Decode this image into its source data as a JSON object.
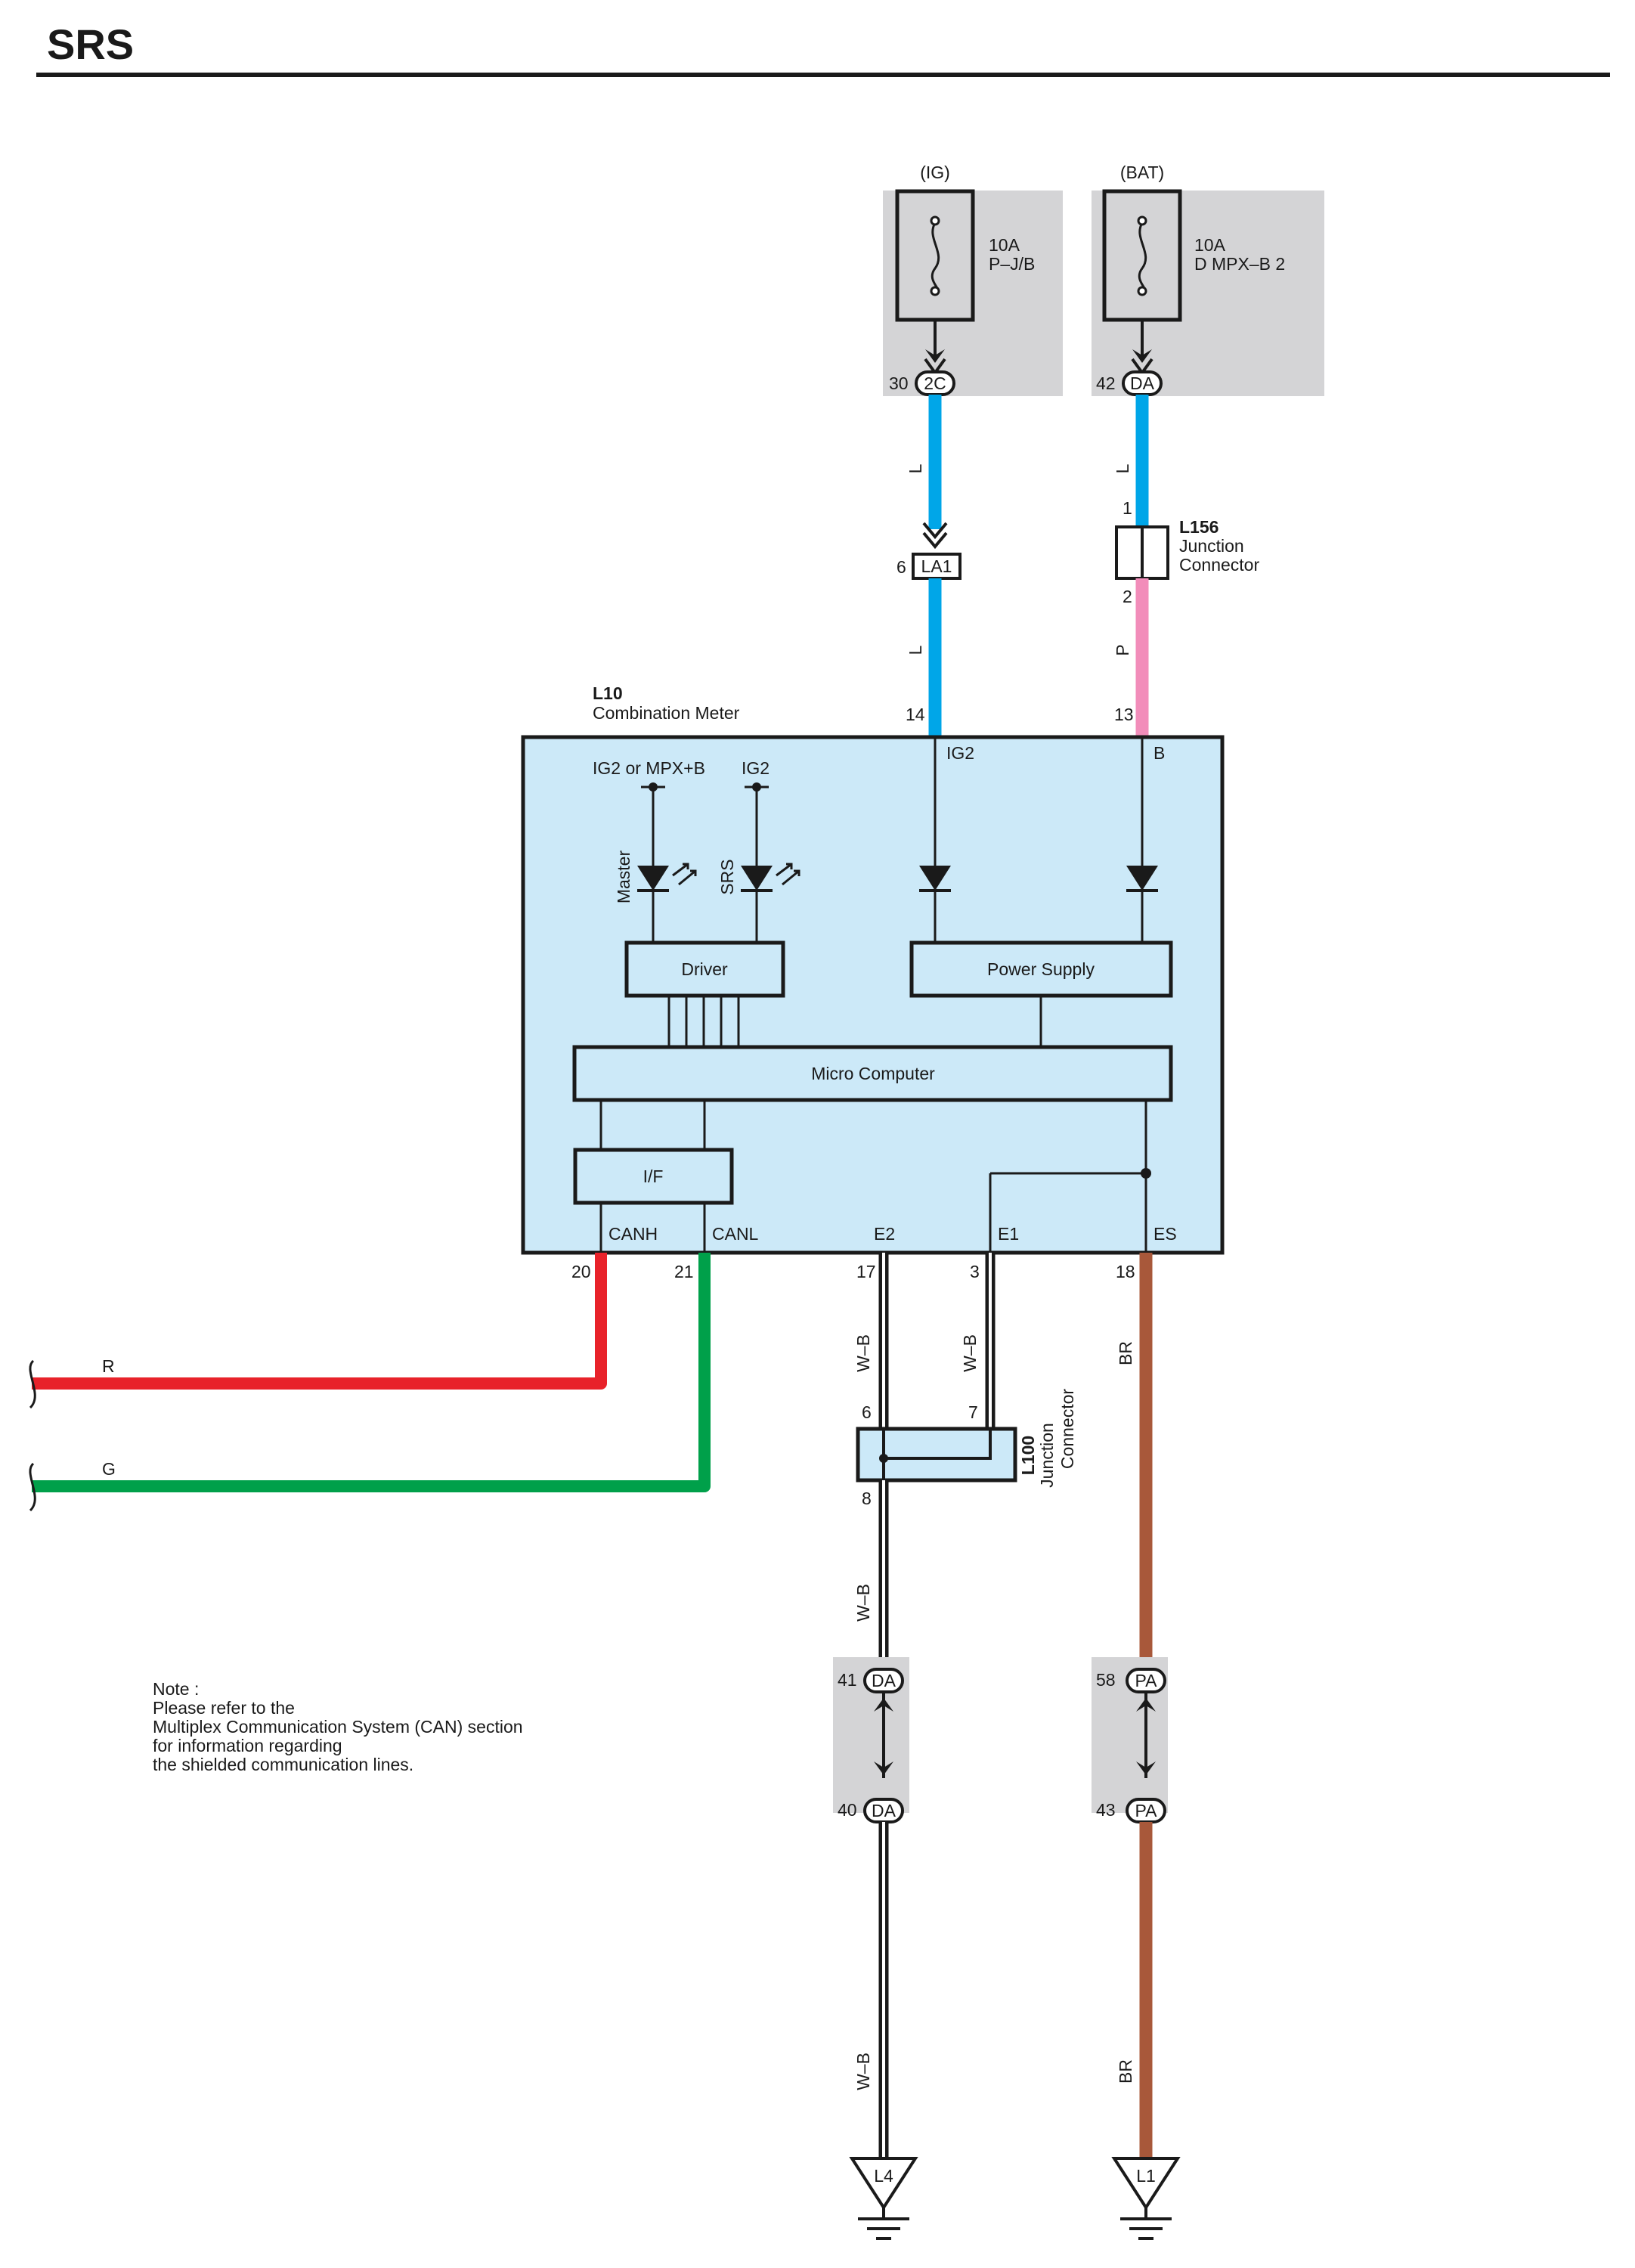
{
  "title": "SRS",
  "fuses": {
    "ig": {
      "source": "(IG)",
      "rating": "10A",
      "name": "P–J/B",
      "pin": "30",
      "connector": "2C"
    },
    "bat": {
      "source": "(BAT)",
      "rating": "10A",
      "name": "D MPX–B 2",
      "pin": "42",
      "connector": "DA"
    }
  },
  "connectors": {
    "la1": {
      "pin": "6",
      "name": "LA1"
    },
    "l156": {
      "code": "L156",
      "name_line1": "Junction",
      "name_line2": "Connector",
      "pin_in": "1",
      "pin_out": "2"
    },
    "l100": {
      "code": "L100",
      "name_line1": "Junction",
      "name_line2": "Connector",
      "pin_a": "6",
      "pin_b": "7",
      "pin_out": "8"
    },
    "da_upper": {
      "pin": "41",
      "name": "DA"
    },
    "da_lower": {
      "pin": "40",
      "name": "DA"
    },
    "pa_upper": {
      "pin": "58",
      "name": "PA"
    },
    "pa_lower": {
      "pin": "43",
      "name": "PA"
    }
  },
  "meter": {
    "code": "L10",
    "name": "Combination Meter",
    "pin_ig2": "14",
    "pin_b": "13",
    "term_ig2": "IG2",
    "term_b": "B",
    "lamp_supply_master": "IG2 or MPX+B",
    "lamp_supply_srs": "IG2",
    "lamp_master": "Master",
    "lamp_srs": "SRS",
    "driver": "Driver",
    "power_supply": "Power Supply",
    "micro_computer": "Micro Computer",
    "interface": "I/F",
    "term_canh": "CANH",
    "term_canl": "CANL",
    "term_e2": "E2",
    "term_e1": "E1",
    "term_es": "ES",
    "pin_canh": "20",
    "pin_canl": "21",
    "pin_e2": "17",
    "pin_e1": "3",
    "pin_es": "18"
  },
  "wires": {
    "l_upper": "L",
    "l_lower": "L",
    "l_bat": "L",
    "p": "P",
    "r": "R",
    "g": "G",
    "wb_e2": "W–B",
    "wb_e1": "W–B",
    "wb_mid": "W–B",
    "wb_low": "W–B",
    "br_upper": "BR",
    "br_lower": "BR"
  },
  "grounds": {
    "left": "L4",
    "right": "L1"
  },
  "note": {
    "line1": "Note :",
    "line2": "Please refer to the",
    "line3": "Multiplex Communication System (CAN) section",
    "line4": "for information regarding",
    "line5": "the shielded communication lines."
  },
  "colors": {
    "blue": "#00a6e8",
    "pink": "#f28dba",
    "red": "#e8222a",
    "green": "#00a04a",
    "brown": "#a8583a",
    "box": "#cce9f8",
    "grey": "#d4d4d6"
  }
}
